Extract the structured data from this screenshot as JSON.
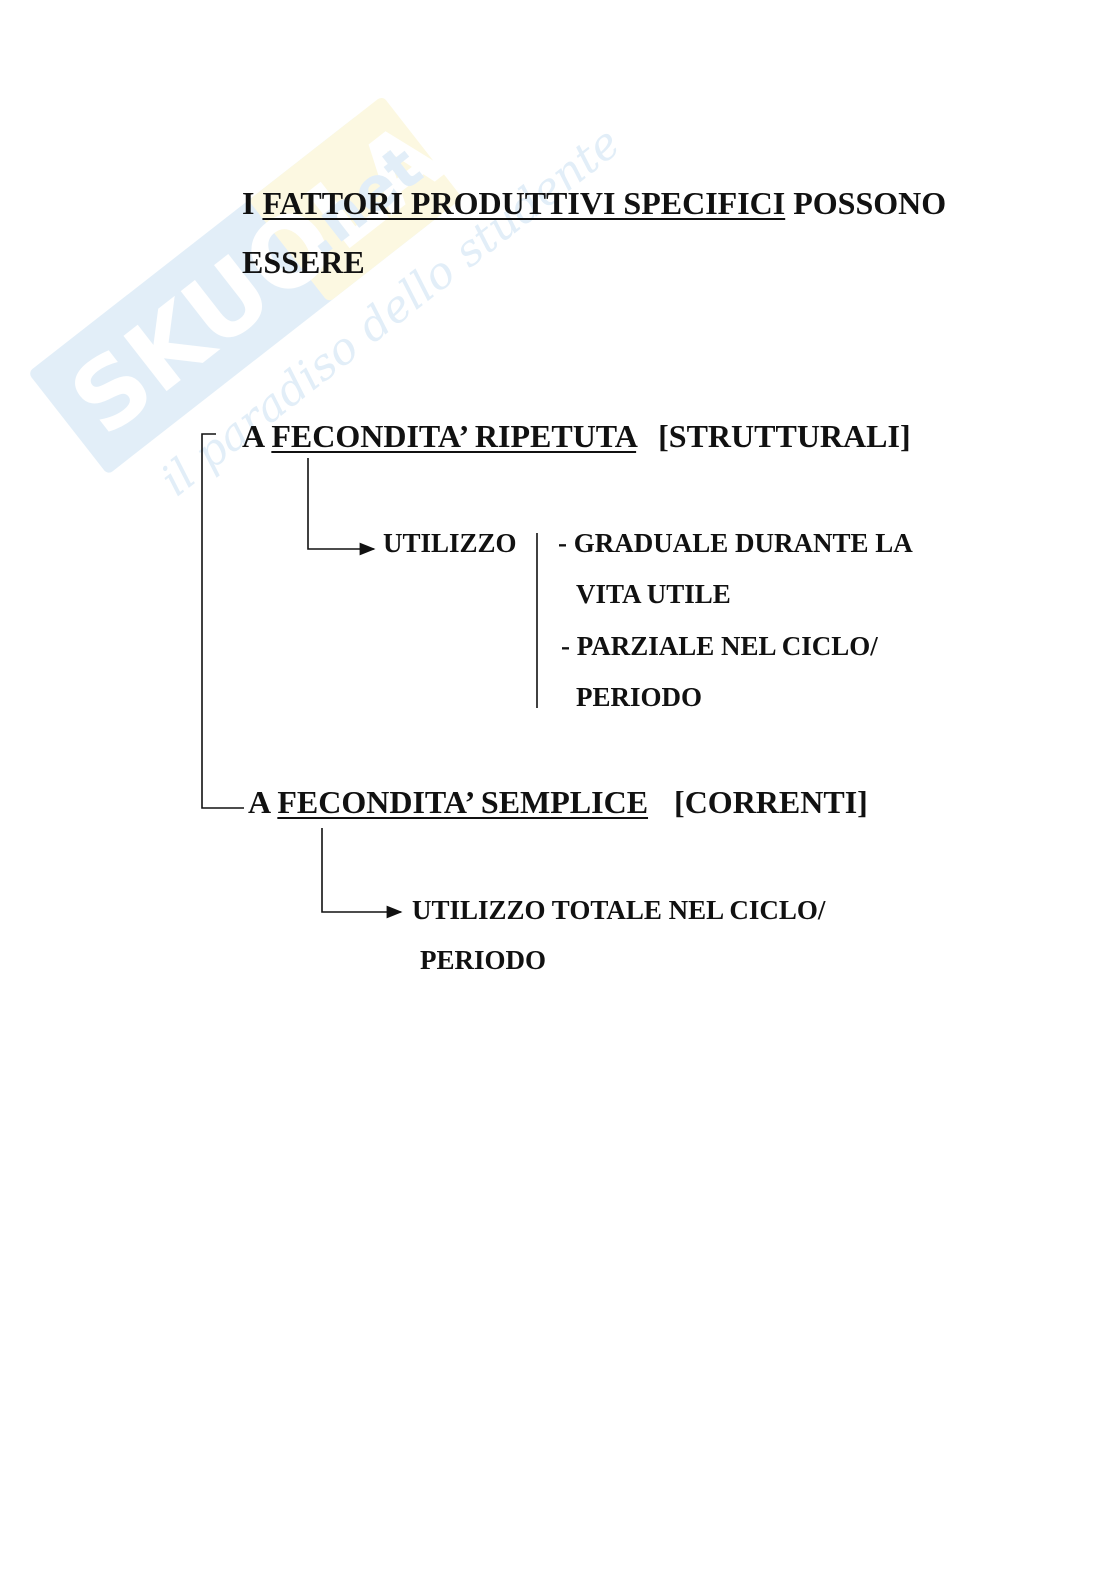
{
  "watermark": {
    "brand": "Skuola.net",
    "tagline": "il paradiso dello studente"
  },
  "title": {
    "prefix": "I",
    "underlined": "FATTORI PRODUTTIVI SPECIFICI",
    "suffix": "POSSONO",
    "line2": "ESSERE"
  },
  "branch_repeated": {
    "prefix": "A",
    "underlined": "FECONDITA’ RIPETUTA",
    "bracket": "[STRUTTURALI]",
    "sub_label": "UTILIZZO",
    "items": [
      "- GRADUALE DURANTE LA",
      "VITA UTILE",
      "- PARZIALE NEL CICLO/",
      "PERIODO"
    ]
  },
  "branch_simple": {
    "prefix": "A",
    "underlined": "FECONDITA’ SEMPLICE",
    "bracket": "[CORRENTI]",
    "result_line1": "UTILIZZO TOTALE NEL CICLO/",
    "result_line2": "PERIODO"
  }
}
